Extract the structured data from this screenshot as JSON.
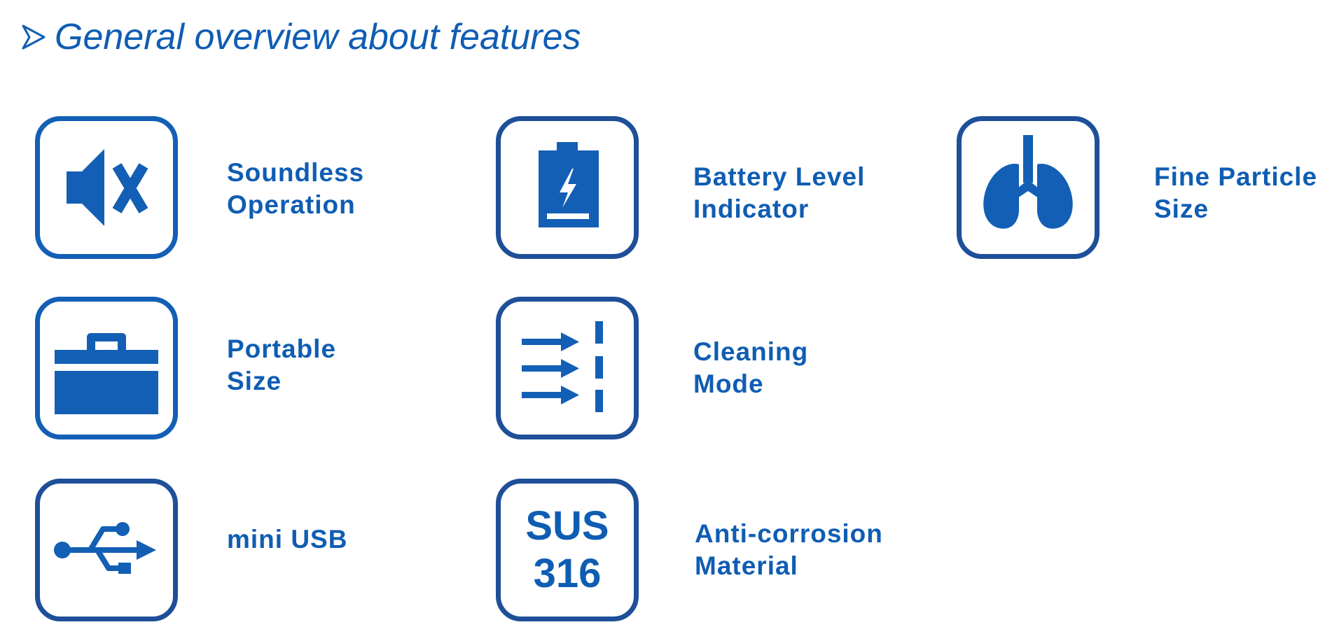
{
  "heading": {
    "title": "General overview about features"
  },
  "features": [
    {
      "id": "soundless",
      "icon": "mute-speaker-icon",
      "line1": "Soundless",
      "line2": "Operation"
    },
    {
      "id": "battery",
      "icon": "battery-charging-icon",
      "line1": "Battery Level",
      "line2": "Indicator"
    },
    {
      "id": "fine-particle",
      "icon": "lungs-icon",
      "line1": "Fine Particle",
      "line2": "Size"
    },
    {
      "id": "portable",
      "icon": "toolbox-icon",
      "line1": "Portable",
      "line2": "Size"
    },
    {
      "id": "cleaning",
      "icon": "airflow-arrows-icon",
      "line1": "Cleaning",
      "line2": "Mode"
    },
    {
      "id": "usb",
      "icon": "usb-icon",
      "line1": "mini USB",
      "line2": ""
    },
    {
      "id": "anti-corrosion",
      "icon": "sus316-badge-icon",
      "line1": "Anti-corrosion",
      "line2": "Material",
      "badge_line1": "SUS",
      "badge_line2": "316"
    }
  ],
  "colors": {
    "text": "#0f5db3",
    "icon_fill": "#135fb5",
    "border": "#1e4f98"
  }
}
